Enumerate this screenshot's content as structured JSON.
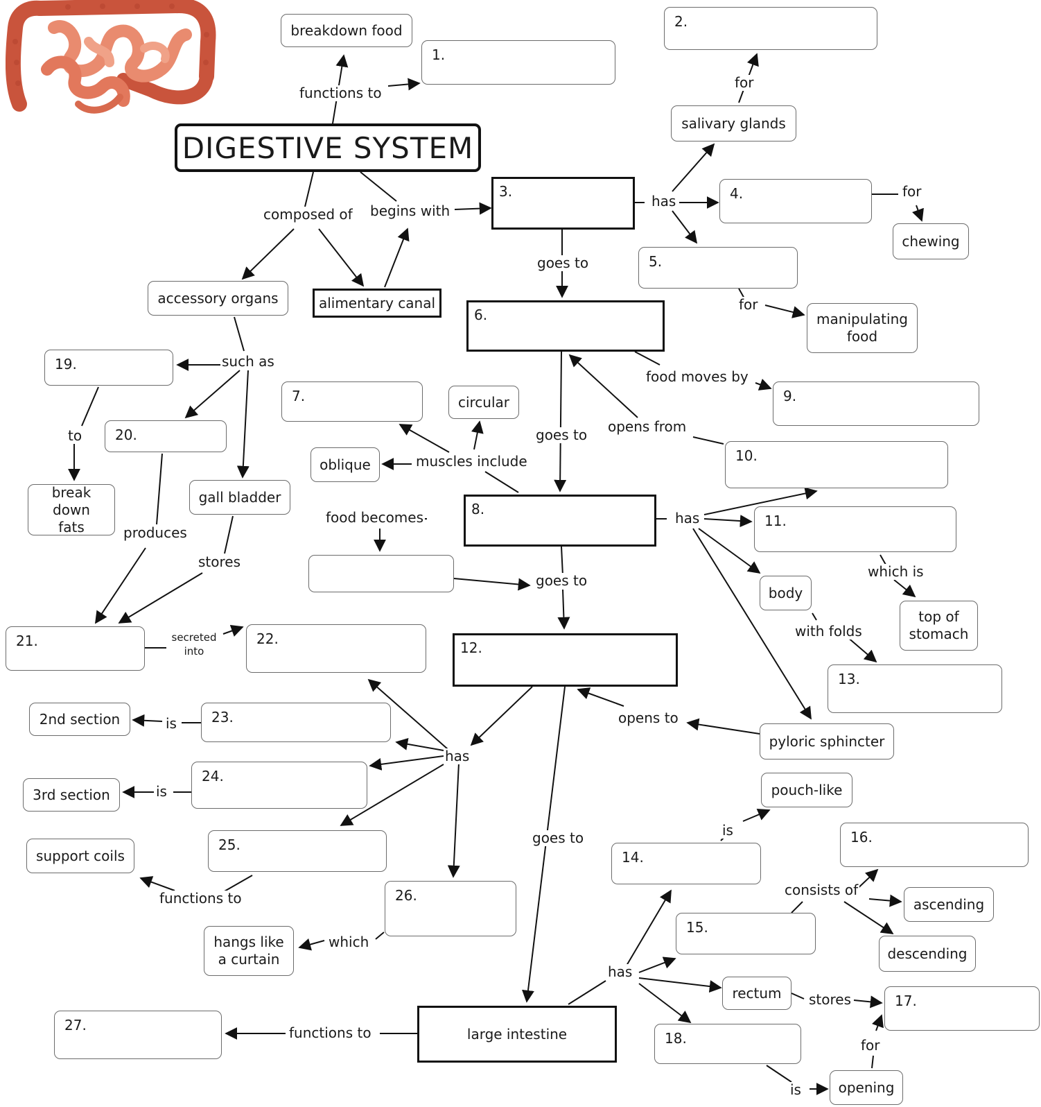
{
  "title": "DIGESTIVE SYSTEM",
  "concepts": {
    "breakdown_food": "breakdown food",
    "salivary_glands": "salivary glands",
    "chewing": "chewing",
    "manipulating_food": "manipulating food",
    "accessory_organs": "accessory organs",
    "alimentary_canal": "alimentary canal",
    "break_down_fats": "break down fats",
    "gall_bladder": "gall bladder",
    "circular": "circular",
    "oblique": "oblique",
    "body": "body",
    "top_of_stomach": "top of stomach",
    "second_section": "2nd section",
    "third_section": "3rd section",
    "support_coils": "support coils",
    "hangs_like_curtain": "hangs like a curtain",
    "pyloric_sphincter": "pyloric sphincter",
    "pouch_like": "pouch-like",
    "ascending": "ascending",
    "descending": "descending",
    "rectum": "rectum",
    "opening": "opening",
    "large_intestine": "large intestine"
  },
  "blanks": {
    "b1": "1.",
    "b2": "2.",
    "b3": "3.",
    "b4": "4.",
    "b5": "5.",
    "b6": "6.",
    "b7": "7.",
    "b8": "8.",
    "b9": "9.",
    "b10": "10.",
    "b11": "11.",
    "b12": "12.",
    "b13": "13.",
    "b14": "14.",
    "b15": "15.",
    "b16": "16.",
    "b17": "17.",
    "b18": "18.",
    "b19": "19.",
    "b20": "20.",
    "b21": "21.",
    "b22": "22.",
    "b23": "23.",
    "b24": "24.",
    "b25": "25.",
    "b26": "26.",
    "b27": "27.",
    "unnumbered": ""
  },
  "links": {
    "functions_to_top": "functions to",
    "for_glands": "for",
    "composed_of": "composed of",
    "begins_with": "begins with",
    "has_mouth": "has",
    "for_chewing": "for",
    "goes_to_1": "goes to",
    "for_manip": "for",
    "such_as": "such as",
    "food_moves_by": "food moves by",
    "to": "to",
    "goes_to_2": "goes to",
    "opens_from": "opens from",
    "muscles_include": "muscles include",
    "produces": "produces",
    "food_becomes": "food becomes",
    "has_stomach": "has",
    "stores_gall": "stores",
    "goes_to_3": "goes to",
    "which_is": "which is",
    "with_folds": "with folds",
    "secreted_into": "secreted into",
    "is_23": "is",
    "has_small": "has",
    "opens_to": "opens to",
    "is_24": "is",
    "is_pouch": "is",
    "goes_to_4": "goes to",
    "functions_to_25": "functions to",
    "consists_of": "consists of",
    "which_26": "which",
    "has_large": "has",
    "stores_rectum": "stores",
    "functions_to_27": "functions to",
    "for_opening": "for",
    "is_opening": "is"
  },
  "colors": {
    "line": "#111111",
    "box_border": "#6b6b6b",
    "main_border": "#111111"
  },
  "icons": [
    "intestine-illustration"
  ]
}
